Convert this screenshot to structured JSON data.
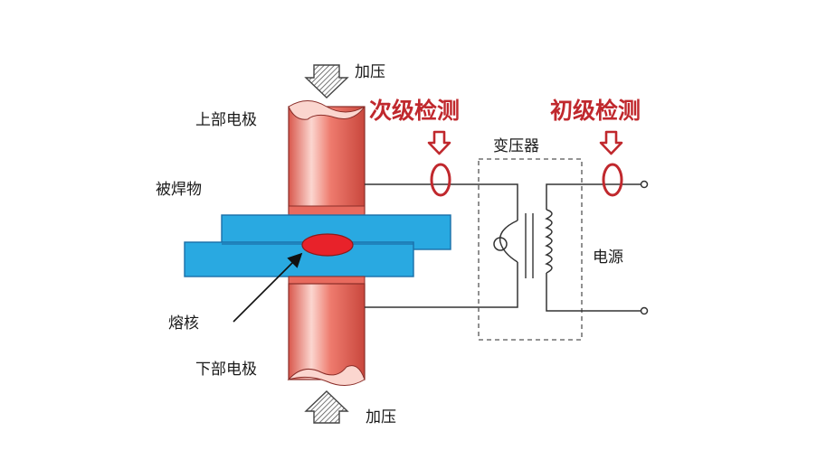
{
  "labels": {
    "pressure_top": "加压",
    "pressure_bottom": "加压",
    "upper_electrode": "上部电极",
    "lower_electrode": "下部电极",
    "workpiece": "被焊物",
    "nugget": "熔核",
    "transformer": "变压器",
    "power_source": "电源",
    "secondary_detection": "次级检测",
    "primary_detection": "初级检测"
  },
  "colors": {
    "electrode": "#ee7b6e",
    "electrode_highlight": "#fbd6cf",
    "plate": "#29a9e1",
    "plate_edge": "#1b6fa8",
    "nugget": "#e8222a",
    "detection": "#c0282d",
    "wire": "#333333"
  },
  "icons": {
    "pressure_arrow": "hatched-down-arrow",
    "detection_arrow": "hollow-red-down-arrow"
  }
}
